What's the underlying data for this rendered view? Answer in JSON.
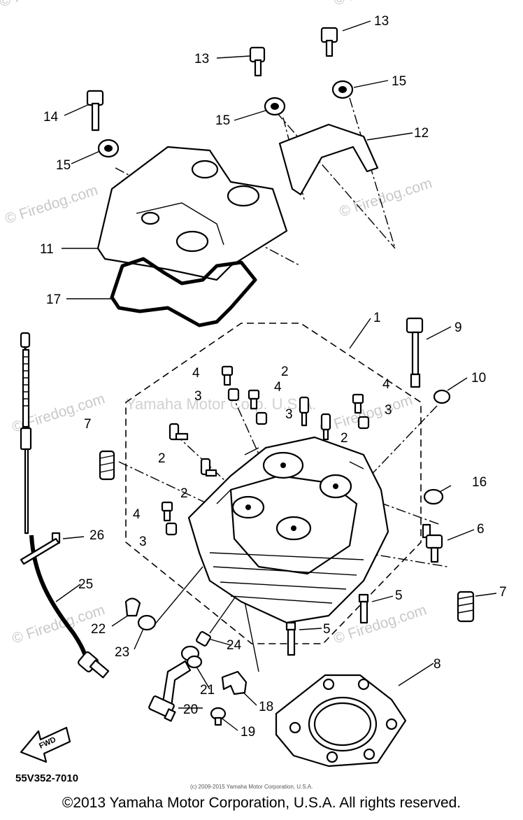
{
  "diagram": {
    "part_code": "55V352-7010",
    "small_credit": "(c) 2009-2015 Yamaha Motor Corporation, U.S.A.",
    "footer": "©2013 Yamaha Motor Corporation, U.S.A. All rights reserved.",
    "fwd_label": "FWD",
    "watermarks": [
      "© Firedog.com",
      "© Firedog.com",
      "© Firedog.com",
      "© Firedog.com",
      "© Firedog.com",
      "© Firedog.com",
      "© Firedog.com",
      "© Firedog.com"
    ],
    "watermark_yamaha": "Yamaha Motor Corp. U.S.A.",
    "callouts": [
      "13",
      "13",
      "15",
      "15",
      "14",
      "15",
      "12",
      "11",
      "17",
      "1",
      "9",
      "10",
      "4",
      "3",
      "2",
      "4",
      "3",
      "2",
      "4",
      "3",
      "2",
      "7",
      "2",
      "2",
      "4",
      "3",
      "16",
      "6",
      "26",
      "7",
      "25",
      "22",
      "23",
      "24",
      "5",
      "5",
      "8",
      "21",
      "20",
      "18",
      "19"
    ]
  }
}
